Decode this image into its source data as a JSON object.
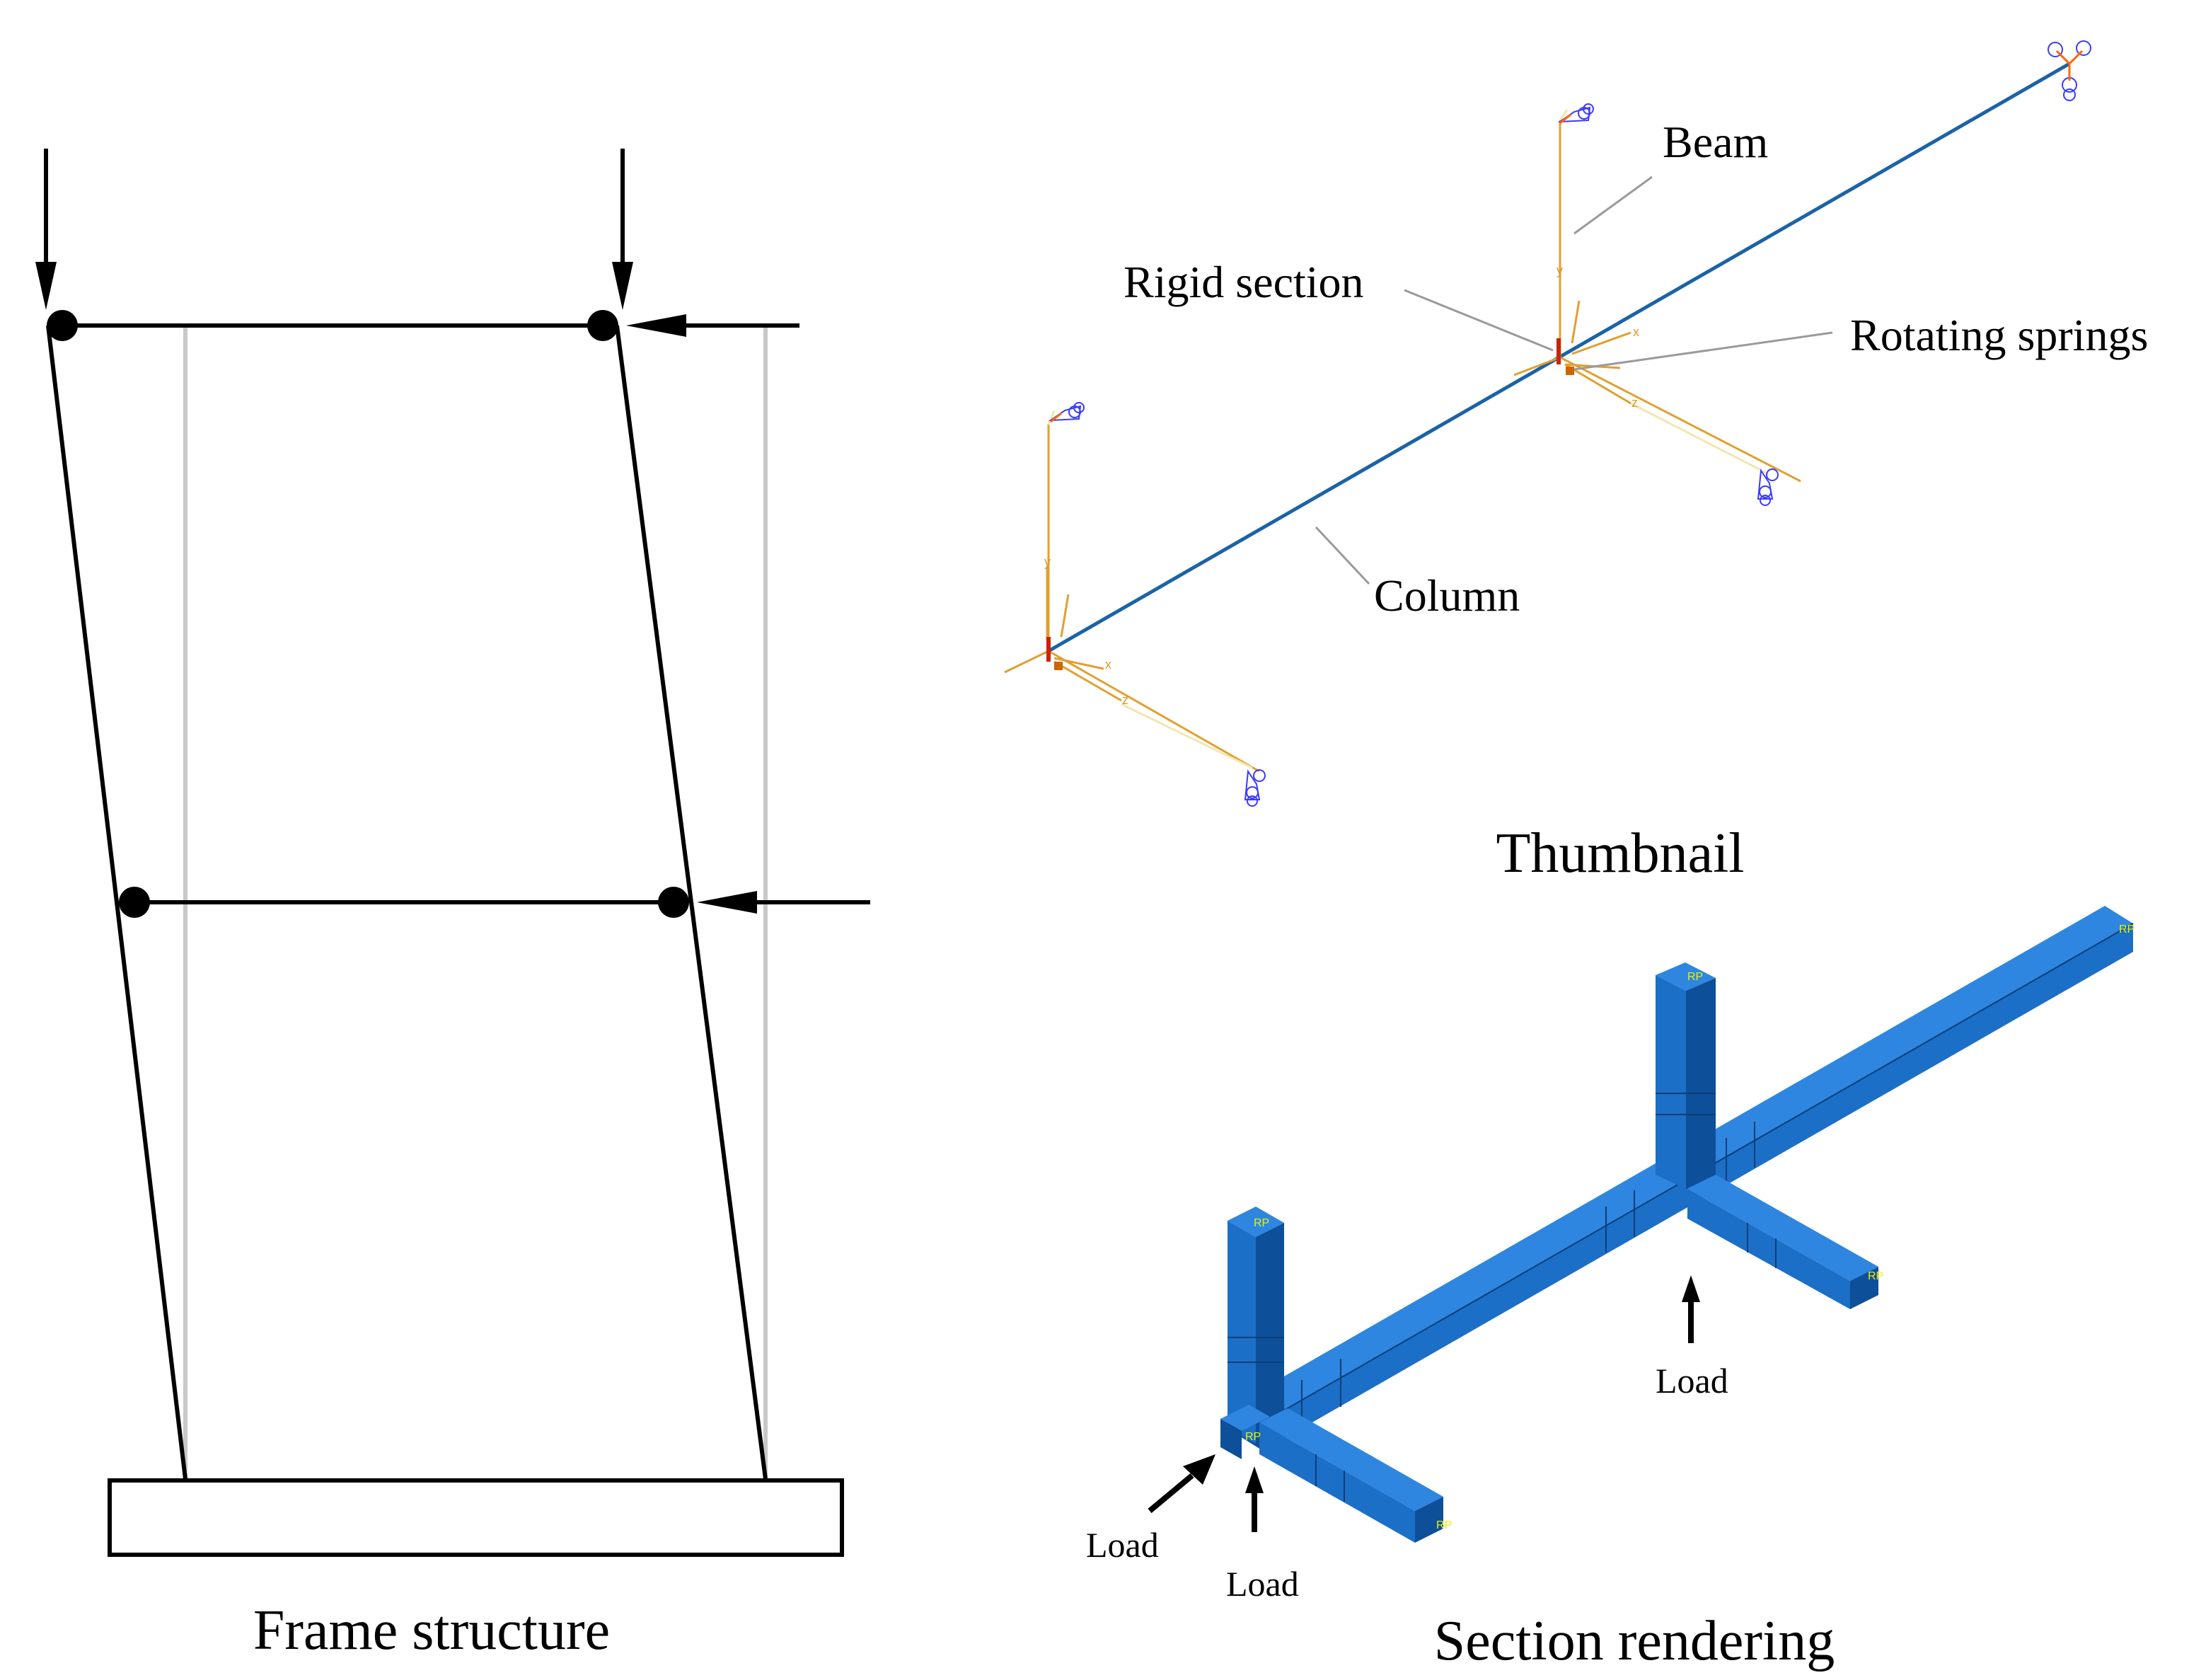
{
  "frame": {
    "caption": "Frame structure"
  },
  "thumbnail": {
    "caption": "Thumbnail",
    "labels": {
      "beam": "Beam",
      "rigid_section": "Rigid section",
      "rotating_springs": "Rotating springs",
      "column": "Column"
    },
    "axis_letters": [
      "y",
      "x",
      "z"
    ]
  },
  "section": {
    "caption": "Section rendering",
    "load_labels": [
      "Load",
      "Load",
      "Load"
    ],
    "node_tag": "RP"
  },
  "colors": {
    "line": "#000000",
    "guide": "#c8c8c8",
    "member_blue": "#1c6fc7",
    "member_light": "#2e86e0",
    "member_dark": "#0d4f99",
    "thumb_line": "#1b63a6",
    "csys": "#e0a030",
    "spring": "#3a3aff"
  }
}
